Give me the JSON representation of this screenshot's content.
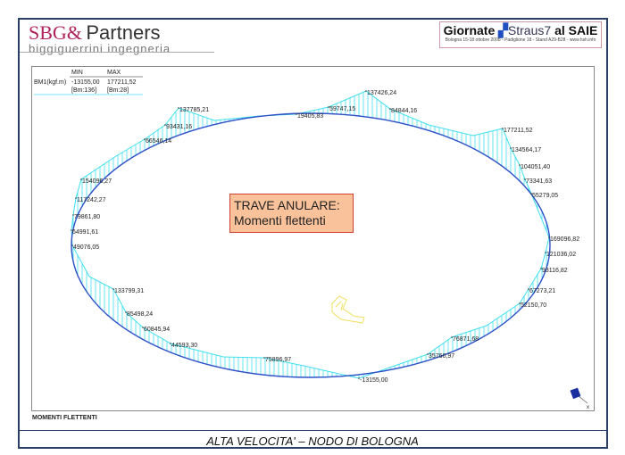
{
  "header": {
    "brand_main": "SBG&",
    "brand_partners": "Partners",
    "brand_sub": "biggiguerrini ingegneria",
    "event_title_a": "Giornate",
    "event_brand": "Straus7",
    "event_title_b": "al SAIE",
    "event_sub": "Bologna 15-18 ottobre 2008 - Padiglione 18 - Stand A29-B28 - www.hsh.info"
  },
  "legend": {
    "min_header": "MIN",
    "max_header": "MAX",
    "quantity": "BM1(kgf.m)",
    "min_value": "-13155,00",
    "max_value": "177211,52",
    "min_beam": "[Bm:136]",
    "max_beam": "[Bm:28]"
  },
  "title_box": {
    "line1": "TRAVE ANULARE:",
    "line2": "Momenti flettenti"
  },
  "labels": [
    "137426,24",
    "59747,15",
    "84844,16",
    "19405,83",
    "137785,21",
    "93431,16",
    "66546,14",
    "177211,52",
    "134564,17",
    "104051,40",
    "73341,63",
    "55279,05",
    "169096,82",
    "121036,02",
    "93116,82",
    "67273,21",
    "52150,70",
    "76871,68",
    "35760,97",
    "-13155,00",
    "75896,97",
    "44593,30",
    "60845,94",
    "85498,24",
    "133799,31",
    "154096,27",
    "117242,27",
    "79861,80",
    "64991,61",
    "49076,05"
  ],
  "caption": "MOMENTI FLETTENTI",
  "footer": "ALTA VELOCITA' – NODO DI BOLOGNA",
  "colors": {
    "beam": "#3050c8",
    "diagram": "#40e0f0",
    "box": "#f9c29a"
  }
}
